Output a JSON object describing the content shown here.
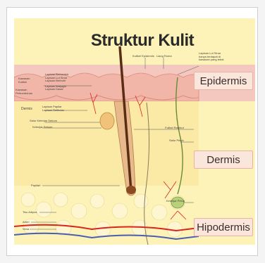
{
  "title": "Struktur Kulit",
  "layers": {
    "epidermis": "Epidermis",
    "dermis": "Dermis",
    "hipodermis": "Hipodermis"
  },
  "top_labels": {
    "kutikel_epidermis": "Kutikel Epidermis",
    "liang_roma": "Liang Roma",
    "lapisan_lut_sinar": [
      "Lapisan Lut Sinar",
      "hanya terdapat di",
      "kawasan yang tebal"
    ]
  },
  "left_labels": {
    "kawasan_kutikel": [
      "Kawasan",
      "Kutikel"
    ],
    "kawasan_pertumbuhan": [
      "Kawasan",
      "Pertumbuhan"
    ],
    "lapisan_bertanduk": "Lapisan Bertanduk",
    "lapisan_lut_sinar": "Lapisan Lut Sinar",
    "lapisan_berbutir": "Lapisan Berbutir",
    "lapisan_malpighi": "Lapisan Malpighi",
    "lapisan_dasar": "Lapisan Dasar",
    "dermis": "Dermis",
    "lapisan_papilar": "Lapisan Papilar",
    "lapisan_retikular": "Lapisan Retikular",
    "salur_kelenjar_sebum": "Salur Kelenjar Sebum",
    "kelenjar_sebum": "Kelenjar Sebum",
    "papilari": "Papilari",
    "tisu_adipos": "Tisu Adipos",
    "arteri": "Arteri",
    "vena": "Vena"
  },
  "right_labels": {
    "folikel_rambut": "Folikel Rambut",
    "salur_peluh": "Salur Peluh",
    "kelenjar_peluh": "Kelenjar Peluh"
  },
  "colors": {
    "background": "#fdf3b8",
    "epidermis_band": "#f4c7bf",
    "hair": "#6b3a1f",
    "artery": "#d9261c",
    "vein": "#4a5fb0",
    "gland": "#a8c46b"
  }
}
